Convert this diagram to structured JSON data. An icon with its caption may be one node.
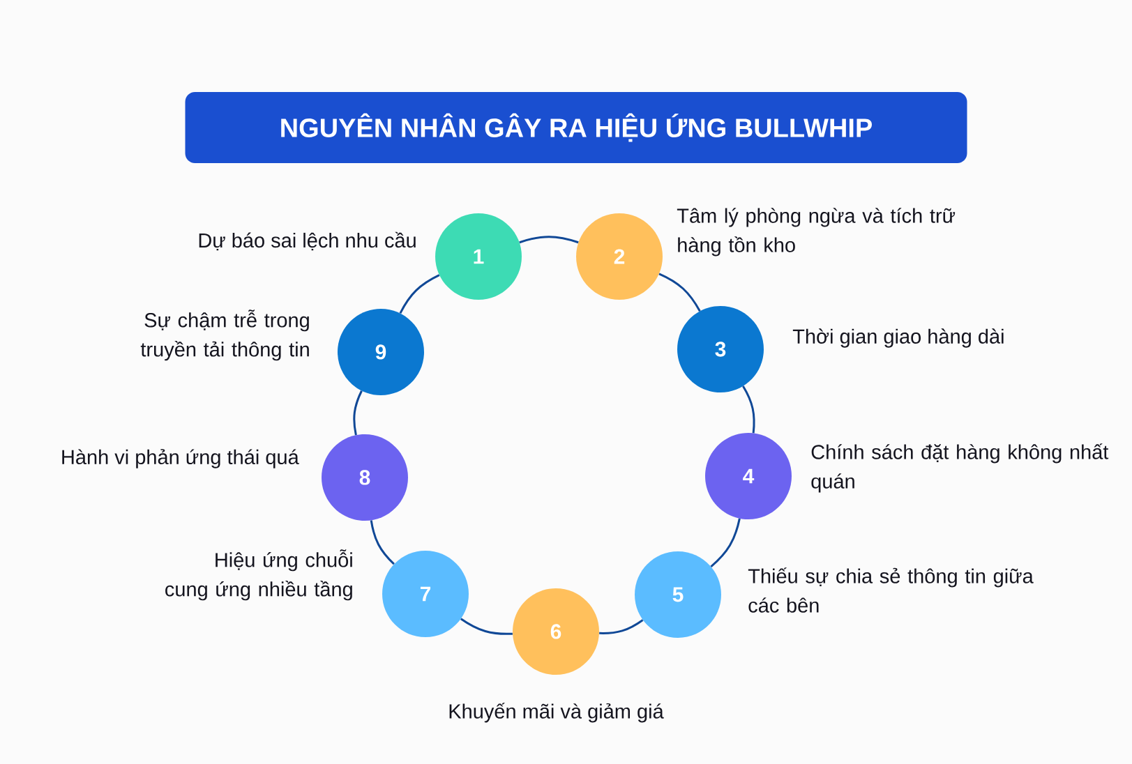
{
  "diagram": {
    "title": "NGUYÊN NHÂN GÂY RA HIỆU ỨNG BULLWHIP",
    "nodes": [
      {
        "text": [
          "1"
        ],
        "beside": [
          "Dự báo sai lệch nhu cầu"
        ]
      },
      {
        "text": [
          "2"
        ],
        "beside": [
          "Tâm lý phòng ngừa và tích trữ hàng tồn kho"
        ]
      },
      {
        "text": [
          "3"
        ],
        "beside": [
          "Thời gian giao hàng dài"
        ]
      },
      {
        "text": [
          "4"
        ],
        "beside": [
          "Chính sách đặt hàng không nhất quán"
        ]
      },
      {
        "text": [
          "5"
        ],
        "beside": [
          "Thiếu sự chia sẻ thông tin giữa các bên"
        ]
      },
      {
        "text": [
          "6"
        ],
        "beside": [
          "Khuyến mãi và giảm giá"
        ]
      },
      {
        "text": [
          "7"
        ],
        "beside": [
          "Hiệu ứng chuỗi cung ứng nhiều tầng"
        ]
      },
      {
        "text": [
          "8"
        ],
        "beside": [
          "Hành vi phản ứng thái quá"
        ]
      },
      {
        "text": [
          "9"
        ],
        "beside": [
          "Sự chậm trễ trong truyền tải thông tin"
        ]
      }
    ],
    "edges": [
      {
        "from": 0,
        "to": 1,
        "arrow": "none"
      },
      {
        "from": 1,
        "to": 2,
        "arrow": "none"
      },
      {
        "from": 2,
        "to": 3,
        "arrow": "none"
      },
      {
        "from": 3,
        "to": 4,
        "arrow": "none"
      },
      {
        "from": 4,
        "to": 5,
        "arrow": "none"
      },
      {
        "from": 5,
        "to": 6,
        "arrow": "none"
      },
      {
        "from": 6,
        "to": 7,
        "arrow": "none"
      },
      {
        "from": 7,
        "to": 8,
        "arrow": "none"
      },
      {
        "from": 8,
        "to": 0,
        "arrow": "none"
      }
    ]
  }
}
